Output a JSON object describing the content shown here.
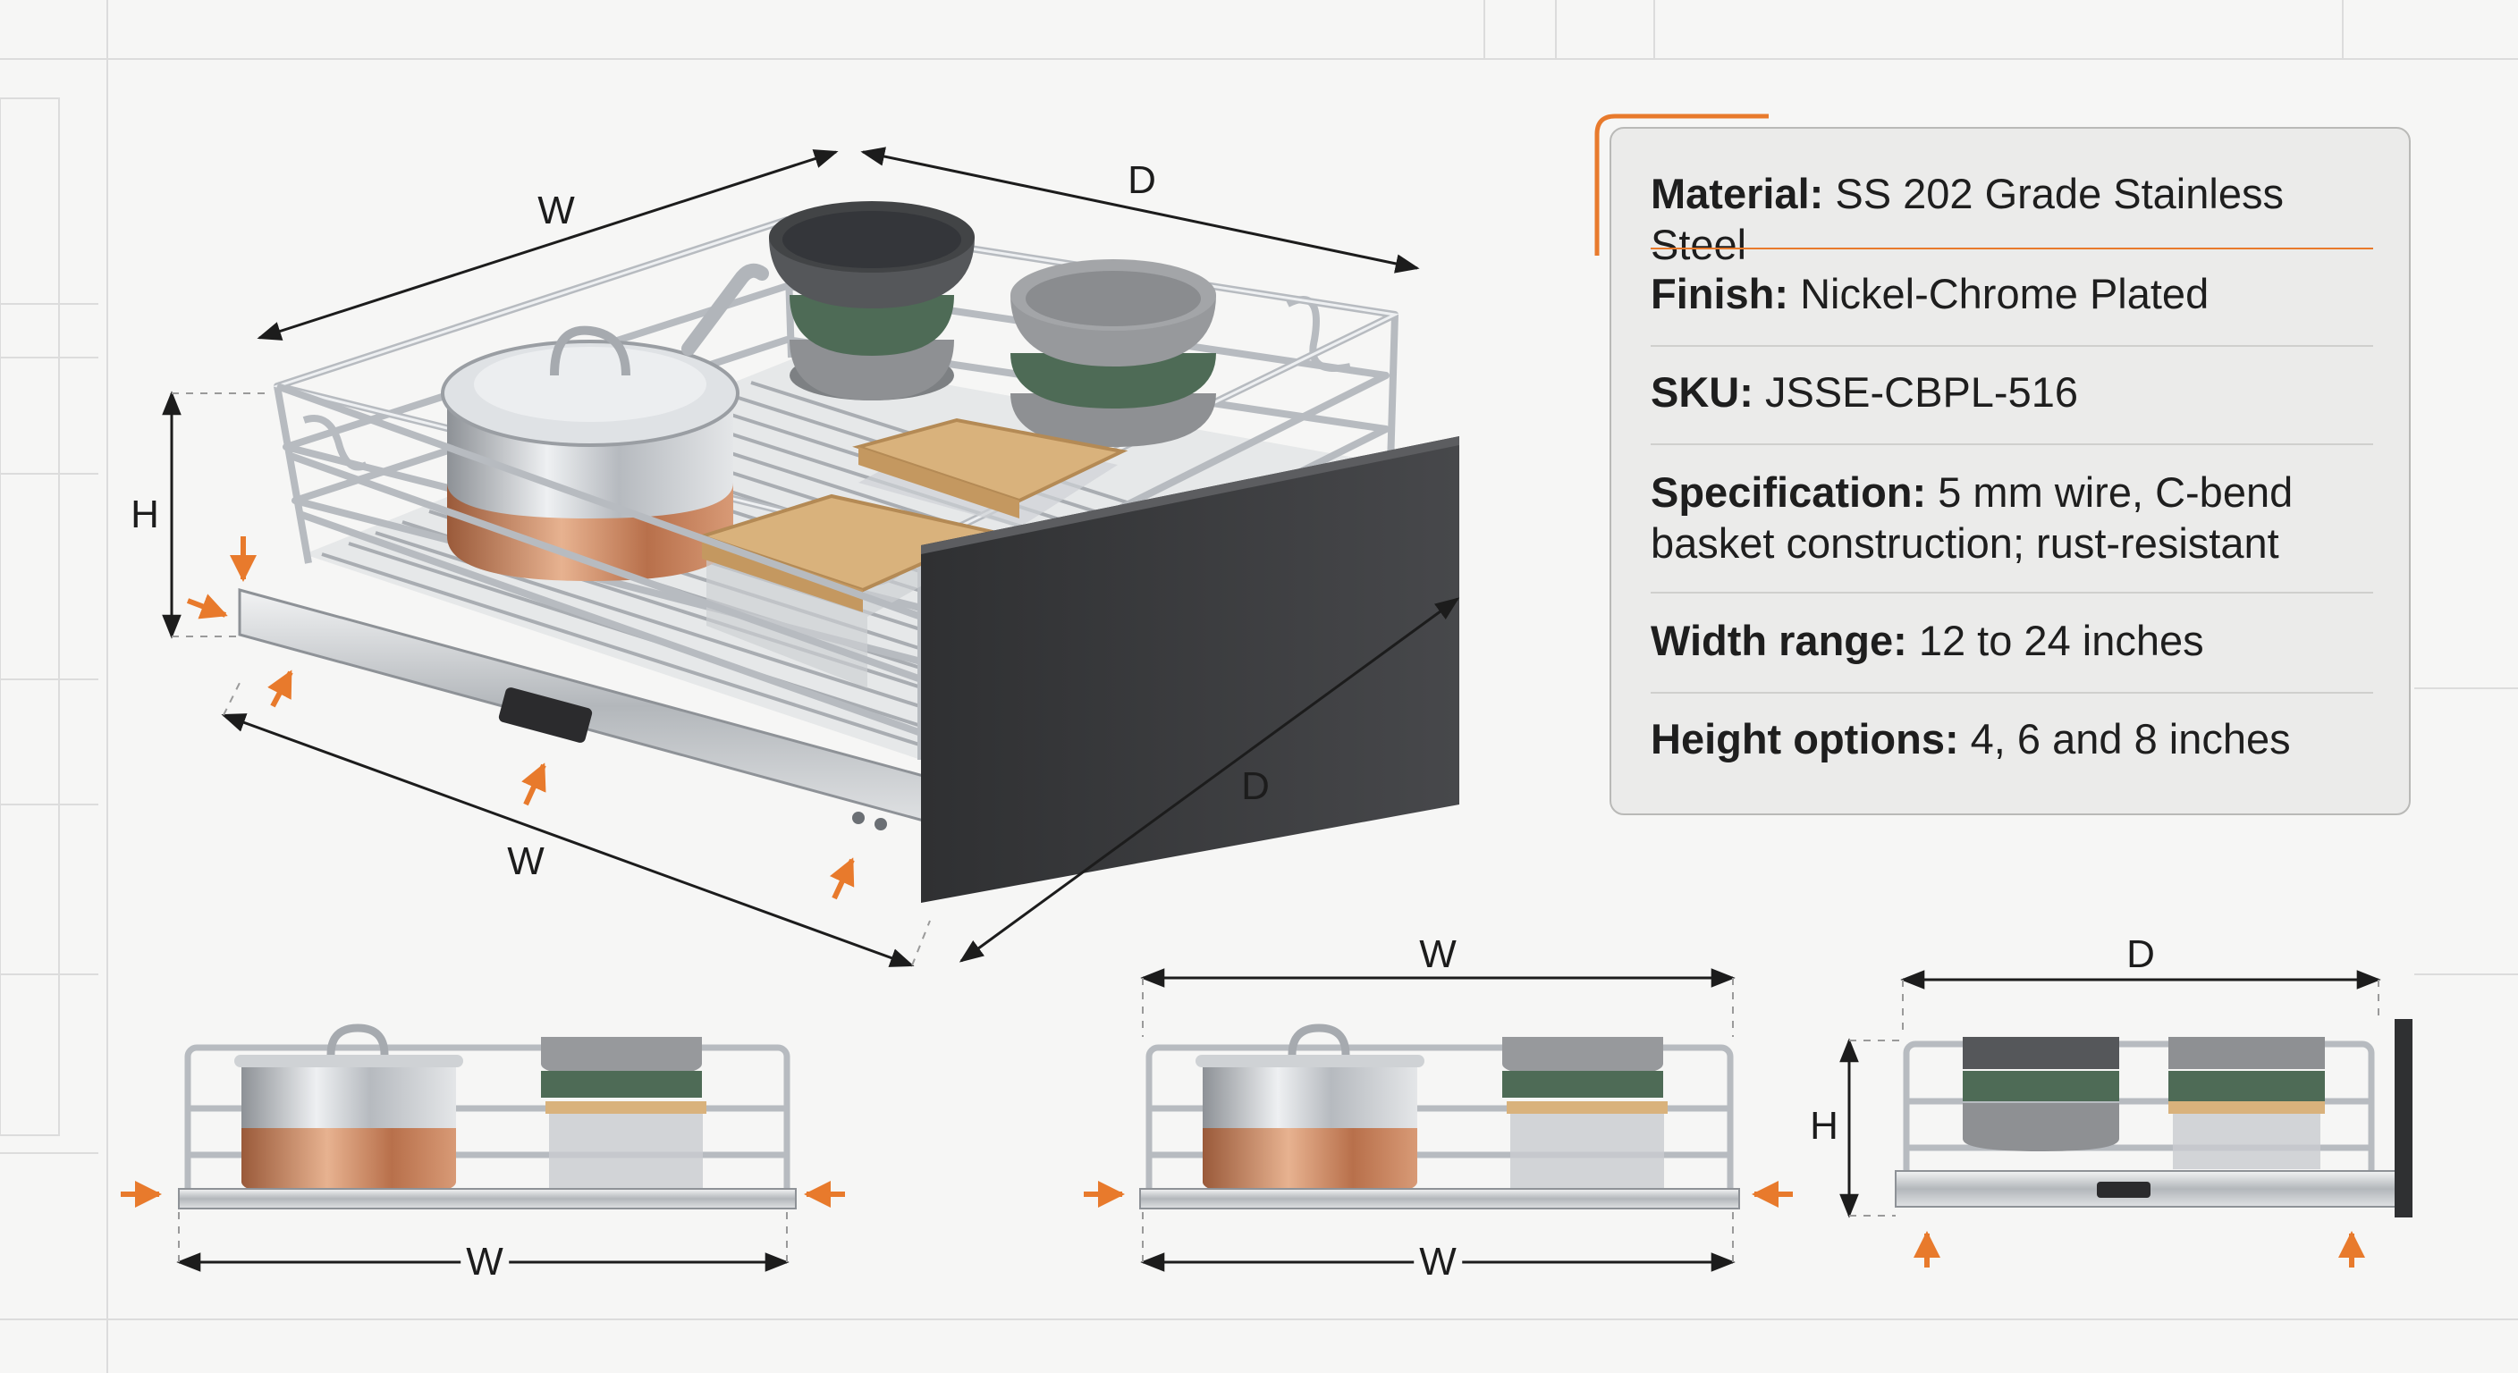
{
  "dimensions": {
    "main_width_top": "W",
    "main_depth_top": "D",
    "main_height": "H",
    "main_width_bottom": "W",
    "main_depth_bottom": "D",
    "front_view_1_width": "W",
    "front_view_2_width_top": "W",
    "front_view_2_width_bottom": "W",
    "side_view_depth": "D",
    "side_view_height": "H"
  },
  "specs": [
    {
      "label": "Material:",
      "value": "SS 202 Grade Stainless Steel"
    },
    {
      "label": "Finish:",
      "value": "Nickel-Chrome Plated"
    },
    {
      "label": "SKU:",
      "value": "JSSE-CBPL-516"
    },
    {
      "label": "Specification:",
      "value": "5 mm wire, C-bend",
      "value_line2": "basket construction; rust-resistant"
    },
    {
      "label": "Width range:",
      "value": "12 to 24 inches"
    },
    {
      "label": "Height options:",
      "value": "4, 6 and 8 inches"
    }
  ],
  "colors": {
    "accent": "#e87a2c",
    "chrome": "#a9adb2",
    "panel_front": "#3a3b3d",
    "copper": "#c98a66",
    "bamboo": "#d9b27c",
    "bowl_dark": "#55575a",
    "bowl_green": "#4e6b56",
    "bowl_grey": "#8e9093"
  },
  "icons": [
    "orange-arrow-icon",
    "dimension-arrow-icon"
  ]
}
